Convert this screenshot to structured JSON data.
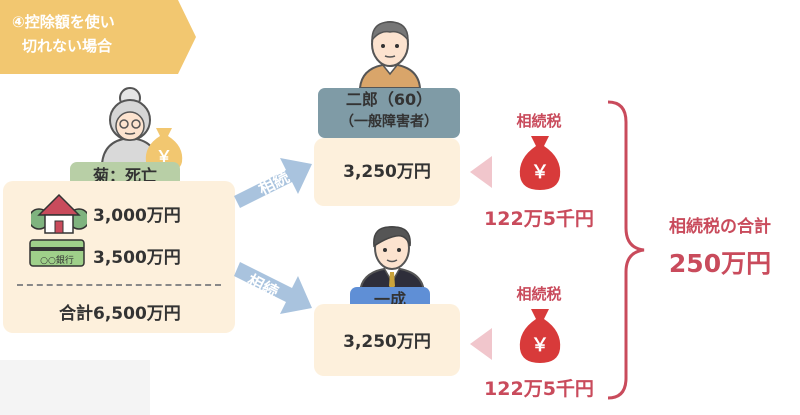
{
  "banner": {
    "line1": "④控除額を使い",
    "line2": "切れない場合"
  },
  "deceased": {
    "name_tag": "菊：死亡",
    "assets": [
      {
        "icon": "house-icon",
        "amount": "3,000万円"
      },
      {
        "icon": "bankbook-icon",
        "amount": "3,500万円"
      }
    ],
    "bank_label": "○○銀行",
    "total": "合計6,500万円",
    "money_bag_symbol": "￥"
  },
  "inherit_label": "相続",
  "heirs": [
    {
      "name": "二郎（60）",
      "note": "（一般障害者）",
      "inherited": "3,250万円",
      "tax_label": "相続税",
      "tax_amount": "122万5千円",
      "yen_symbol": "￥"
    },
    {
      "name": "一成",
      "note": "",
      "inherited": "3,250万円",
      "tax_label": "相続税",
      "tax_amount": "122万5千円",
      "yen_symbol": "￥"
    }
  ],
  "total_tax": {
    "label": "相続税の合計",
    "amount": "250万円"
  },
  "colors": {
    "banner": "#f2c770",
    "estate_bg": "#fdf0dc",
    "tag_deceased": "#b8cfa6",
    "tag_jiro": "#7f9ba6",
    "tag_kazunari": "#5f8fd6",
    "arrow": "#a9c3de",
    "tax_red": "#c94b5c",
    "bag_red": "#d83a3a"
  }
}
